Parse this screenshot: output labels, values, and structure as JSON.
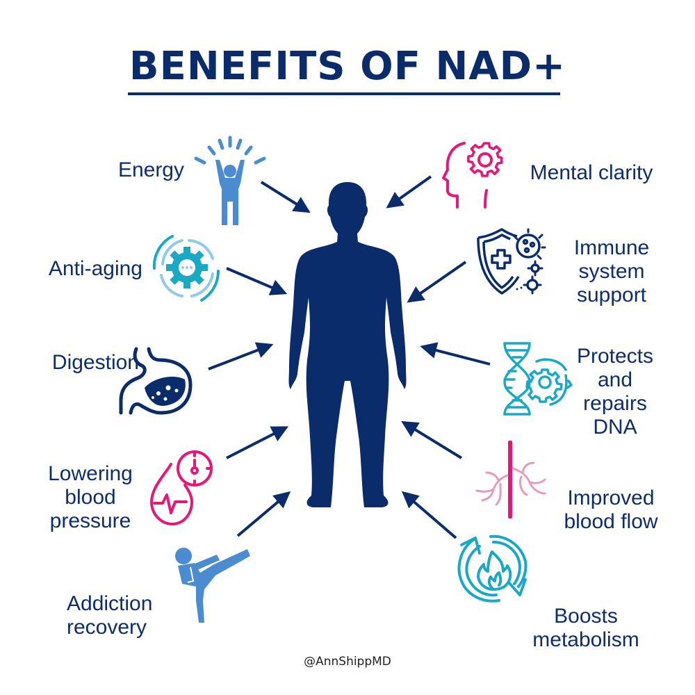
{
  "title": "BENEFITS OF NAD+",
  "colors": {
    "navy": "#0b2c6b",
    "light_blue": "#4a8ccf",
    "pink": "#e6177a",
    "teal": "#1aa8c4",
    "pale_blue": "#8fcbe6"
  },
  "benefits_left": [
    {
      "label": "Energy",
      "icon": "raised-arms-person-icon"
    },
    {
      "label": "Anti-aging",
      "icon": "cycle-gear-icon"
    },
    {
      "label": "Digestion",
      "icon": "stomach-icon"
    },
    {
      "label": "Lowering\nblood\npressure",
      "icon": "blood-drop-gauge-icon"
    },
    {
      "label": "Addiction\nrecovery",
      "icon": "kicking-person-icon"
    }
  ],
  "benefits_right": [
    {
      "label": "Mental clarity",
      "icon": "head-gear-icon"
    },
    {
      "label": "Immune\nsystem\nsupport",
      "icon": "shield-virus-icon"
    },
    {
      "label": "Protects\nand\nrepairs\nDNA",
      "icon": "dna-gear-icon"
    },
    {
      "label": "Improved\nblood flow",
      "icon": "blood-vessel-icon"
    },
    {
      "label": "Boosts\nmetabolism",
      "icon": "flame-cycle-icon"
    }
  ],
  "center": {
    "icon": "human-body-silhouette"
  },
  "footer": "@AnnShippMD"
}
